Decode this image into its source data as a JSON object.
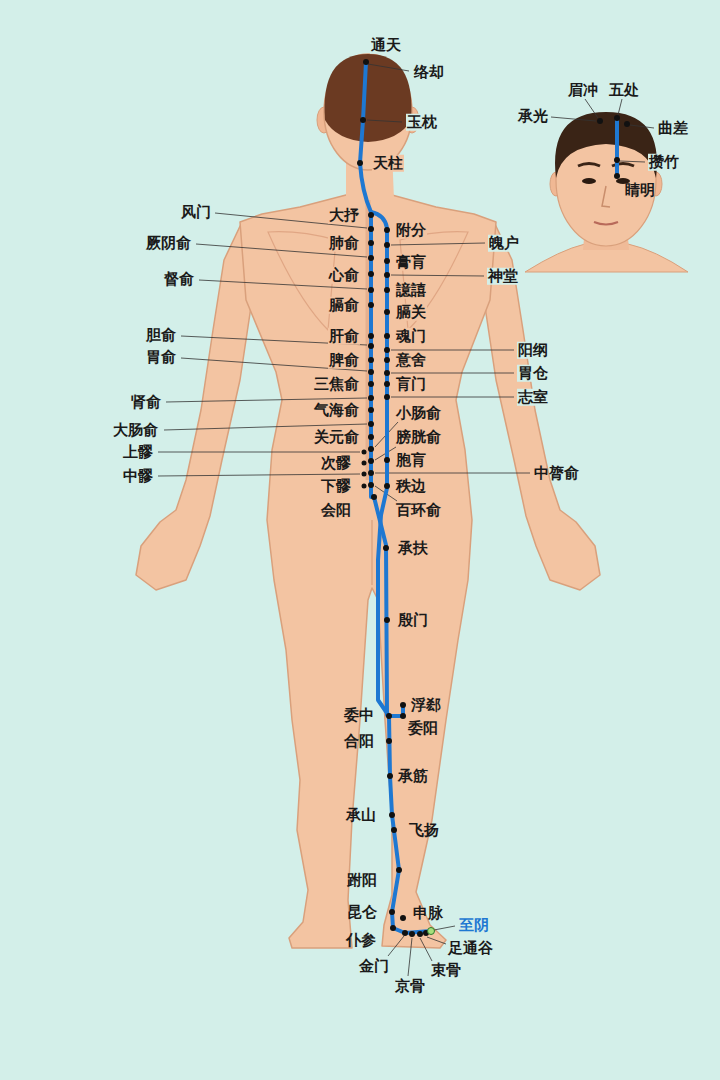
{
  "diagram": {
    "labels": [
      "通天",
      "眉冲",
      "五处",
      "络却",
      "承光",
      "玉枕",
      "曲差",
      "攒竹",
      "天柱",
      "睛明",
      "风门",
      "大抒",
      "附分",
      "厥阴俞",
      "肺俞",
      "魄户",
      "膏肓",
      "心俞",
      "神堂",
      "督俞",
      "譩譆",
      "膈俞",
      "膈关",
      "胆俞",
      "肝俞",
      "魂门",
      "阳纲",
      "胃俞",
      "脾俞",
      "意舍",
      "胃仓",
      "三焦俞",
      "肓门",
      "志室",
      "肾俞",
      "气海俞",
      "小肠俞",
      "大肠俞",
      "关元俞",
      "膀胱俞",
      "上髎",
      "次髎",
      "胞肓",
      "中膂俞",
      "中髎",
      "下髎",
      "秩边",
      "会阳",
      "百环俞",
      "承扶",
      "殷门",
      "浮郄",
      "委中",
      "委阳",
      "合阳",
      "承筋",
      "承山",
      "飞扬",
      "跗阳",
      "昆仑",
      "申脉",
      "至阴",
      "仆参",
      "足通谷",
      "金门",
      "束骨",
      "京骨"
    ]
  }
}
